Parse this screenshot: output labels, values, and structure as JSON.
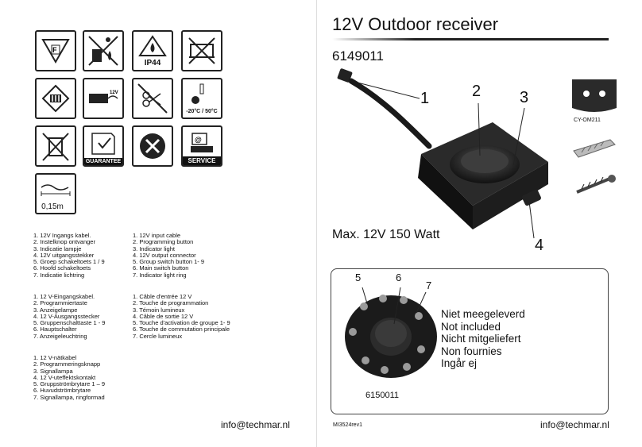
{
  "page": {
    "title": "12V Outdoor receiver",
    "article_number": "6149011",
    "max_power": "Max. 12V 150 Watt",
    "inset_article_number": "6150011",
    "revision": "MI3524rev1",
    "email_left": "info@techmar.nl",
    "email_right": "info@techmar.nl"
  },
  "icons": [
    {
      "name": "class-f-icon",
      "label": ""
    },
    {
      "name": "no-disposal-fire-icon",
      "label": ""
    },
    {
      "name": "ip44-icon",
      "label": "IP44"
    },
    {
      "name": "no-cover-icon",
      "label": ""
    },
    {
      "name": "class-iii-icon",
      "label": ""
    },
    {
      "name": "12v-transformer-icon",
      "label": "12V"
    },
    {
      "name": "no-cut-cable-icon",
      "label": ""
    },
    {
      "name": "temperature-range-icon",
      "label": "-20°C / 50°C"
    },
    {
      "name": "weee-bin-icon",
      "label": ""
    },
    {
      "name": "guarantee-icon",
      "label": "GUARANTEE"
    },
    {
      "name": "tools-icon",
      "label": ""
    },
    {
      "name": "service-icon",
      "label": "SERVICE"
    },
    {
      "name": "cable-length-icon",
      "label": "0,15m"
    }
  ],
  "lists": {
    "nl": [
      "1. 12V Ingangs kabel.",
      "2. Instelknop ontvanger",
      "3. Indicatie lampje",
      "4. 12V uitgangsstekker",
      "5. Groep schakeltoets 1 / 9",
      "6. Hoofd schakeltoets",
      "7. Indicatie lichtring"
    ],
    "en": [
      "1. 12V input cable",
      "2. Programming button",
      "3. Indicator light",
      "4. 12V output connector",
      "5. Group switch button 1- 9",
      "6. Main switch button",
      "7. Indicator light ring"
    ],
    "de": [
      "1. 12 V-Eingangskabel.",
      "2. Programmiertaste",
      "3. Anzeigelampe",
      "4. 12 V-Ausgangsstecker",
      "5. Gruppenschalttaste 1 - 9",
      "6. Hauptschalter",
      "7. Anzeigeleuchtring"
    ],
    "fr": [
      "1. Câble d'entrée 12 V",
      "2. Touche de programmation",
      "3. Témoin lumineux",
      "4. Câble de sortie 12 V",
      "5. Touche d'activation de groupe 1- 9",
      "6. Touche de commutation principale",
      "7. Cercle lumineux"
    ],
    "sv": [
      "1. 12 V-nätkabel",
      "2. Programmeringsknapp",
      "3. Signallampa",
      "4. 12 V-uteffektskontakt",
      "5. Gruppströmbrytare 1 – 9",
      "6. Huvudströmbrytare",
      "7. Signallampa, ringformad"
    ]
  },
  "callouts": [
    "1",
    "2",
    "3",
    "4",
    "5",
    "6",
    "7"
  ],
  "accessory_label": "CY-OM211",
  "not_included": [
    "Niet meegeleverd",
    "Not included",
    "Nicht mitgeliefert",
    "Non fournies",
    "Ingår ej"
  ]
}
